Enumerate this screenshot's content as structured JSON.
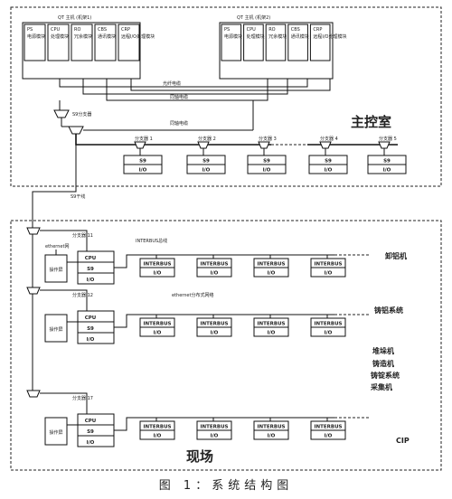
{
  "main_room": {
    "label": "主控室",
    "rack_left": {
      "title": "QT 主机 (机架1)",
      "modules": [
        {
          "name": "PS",
          "sub": "电源模块"
        },
        {
          "name": "CPU",
          "sub": "处理模块"
        },
        {
          "name": "RO",
          "sub": "冗余模块"
        },
        {
          "name": "CBS",
          "sub": "通讯模块"
        },
        {
          "name": "CRP",
          "sub": "远程I/O处理模块"
        }
      ]
    },
    "rack_right": {
      "title": "QT 主机 (机架2)",
      "modules": [
        {
          "name": "PS",
          "sub": "电源模块"
        },
        {
          "name": "CPU",
          "sub": "处理模块"
        },
        {
          "name": "RO",
          "sub": "冗余模块"
        },
        {
          "name": "CBS",
          "sub": "通讯模块"
        },
        {
          "name": "CRP",
          "sub": "远程I/O处理模块"
        }
      ]
    },
    "cable_labels": [
      "光纤电缆",
      "同轴电缆",
      "同轴电缆"
    ],
    "splitter_label": "S9分支器",
    "drops": [
      {
        "tap": "分支器 1",
        "line1": "S9",
        "line2": "I/O"
      },
      {
        "tap": "分支器 2",
        "line1": "S9",
        "line2": "I/O"
      },
      {
        "tap": "分支器 3",
        "line1": "S9",
        "line2": "I/O"
      },
      {
        "tap": "分支器 4",
        "line1": "S9",
        "line2": "I/O"
      },
      {
        "tap": "分支器 5",
        "line1": "S9",
        "line2": "I/O"
      }
    ]
  },
  "trunk_label": "S9干线",
  "field": {
    "label": "现场",
    "rows": [
      {
        "tap": "分支器 11",
        "bus": "INTERBUS总线",
        "panel": "操作屏",
        "net_label": "ethernet网",
        "cpu": [
          "CPU",
          "S9",
          "I/O"
        ],
        "nodes": [
          "INTERBUS",
          "INTERBUS",
          "INTERBUS",
          "INTERBUS"
        ],
        "node_io": "I/O",
        "right_label": "卸铝机"
      },
      {
        "tap": "分支器 12",
        "bus": "",
        "panel": "操作屏",
        "net_label": "ethernet分布式网络",
        "cpu": [
          "CPU",
          "S9",
          "I/O"
        ],
        "nodes": [
          "INTERBUS",
          "INTERBUS",
          "INTERBUS",
          "INTERBUS"
        ],
        "node_io": "I/O",
        "right_label": "铸铝系统"
      },
      {
        "tap": "分支器 17",
        "bus": "",
        "panel": "操作屏",
        "net_label": "",
        "cpu": [
          "CPU",
          "S9",
          "I/O"
        ],
        "nodes": [
          "INTERBUS",
          "INTERBUS",
          "INTERBUS",
          "INTERBUS"
        ],
        "node_io": "I/O",
        "right_label": "CIP"
      }
    ],
    "middle_labels": [
      "堆垛机",
      "铸造机",
      "铸锭系统",
      "采集机"
    ]
  },
  "caption": "图 1：系统结构图"
}
